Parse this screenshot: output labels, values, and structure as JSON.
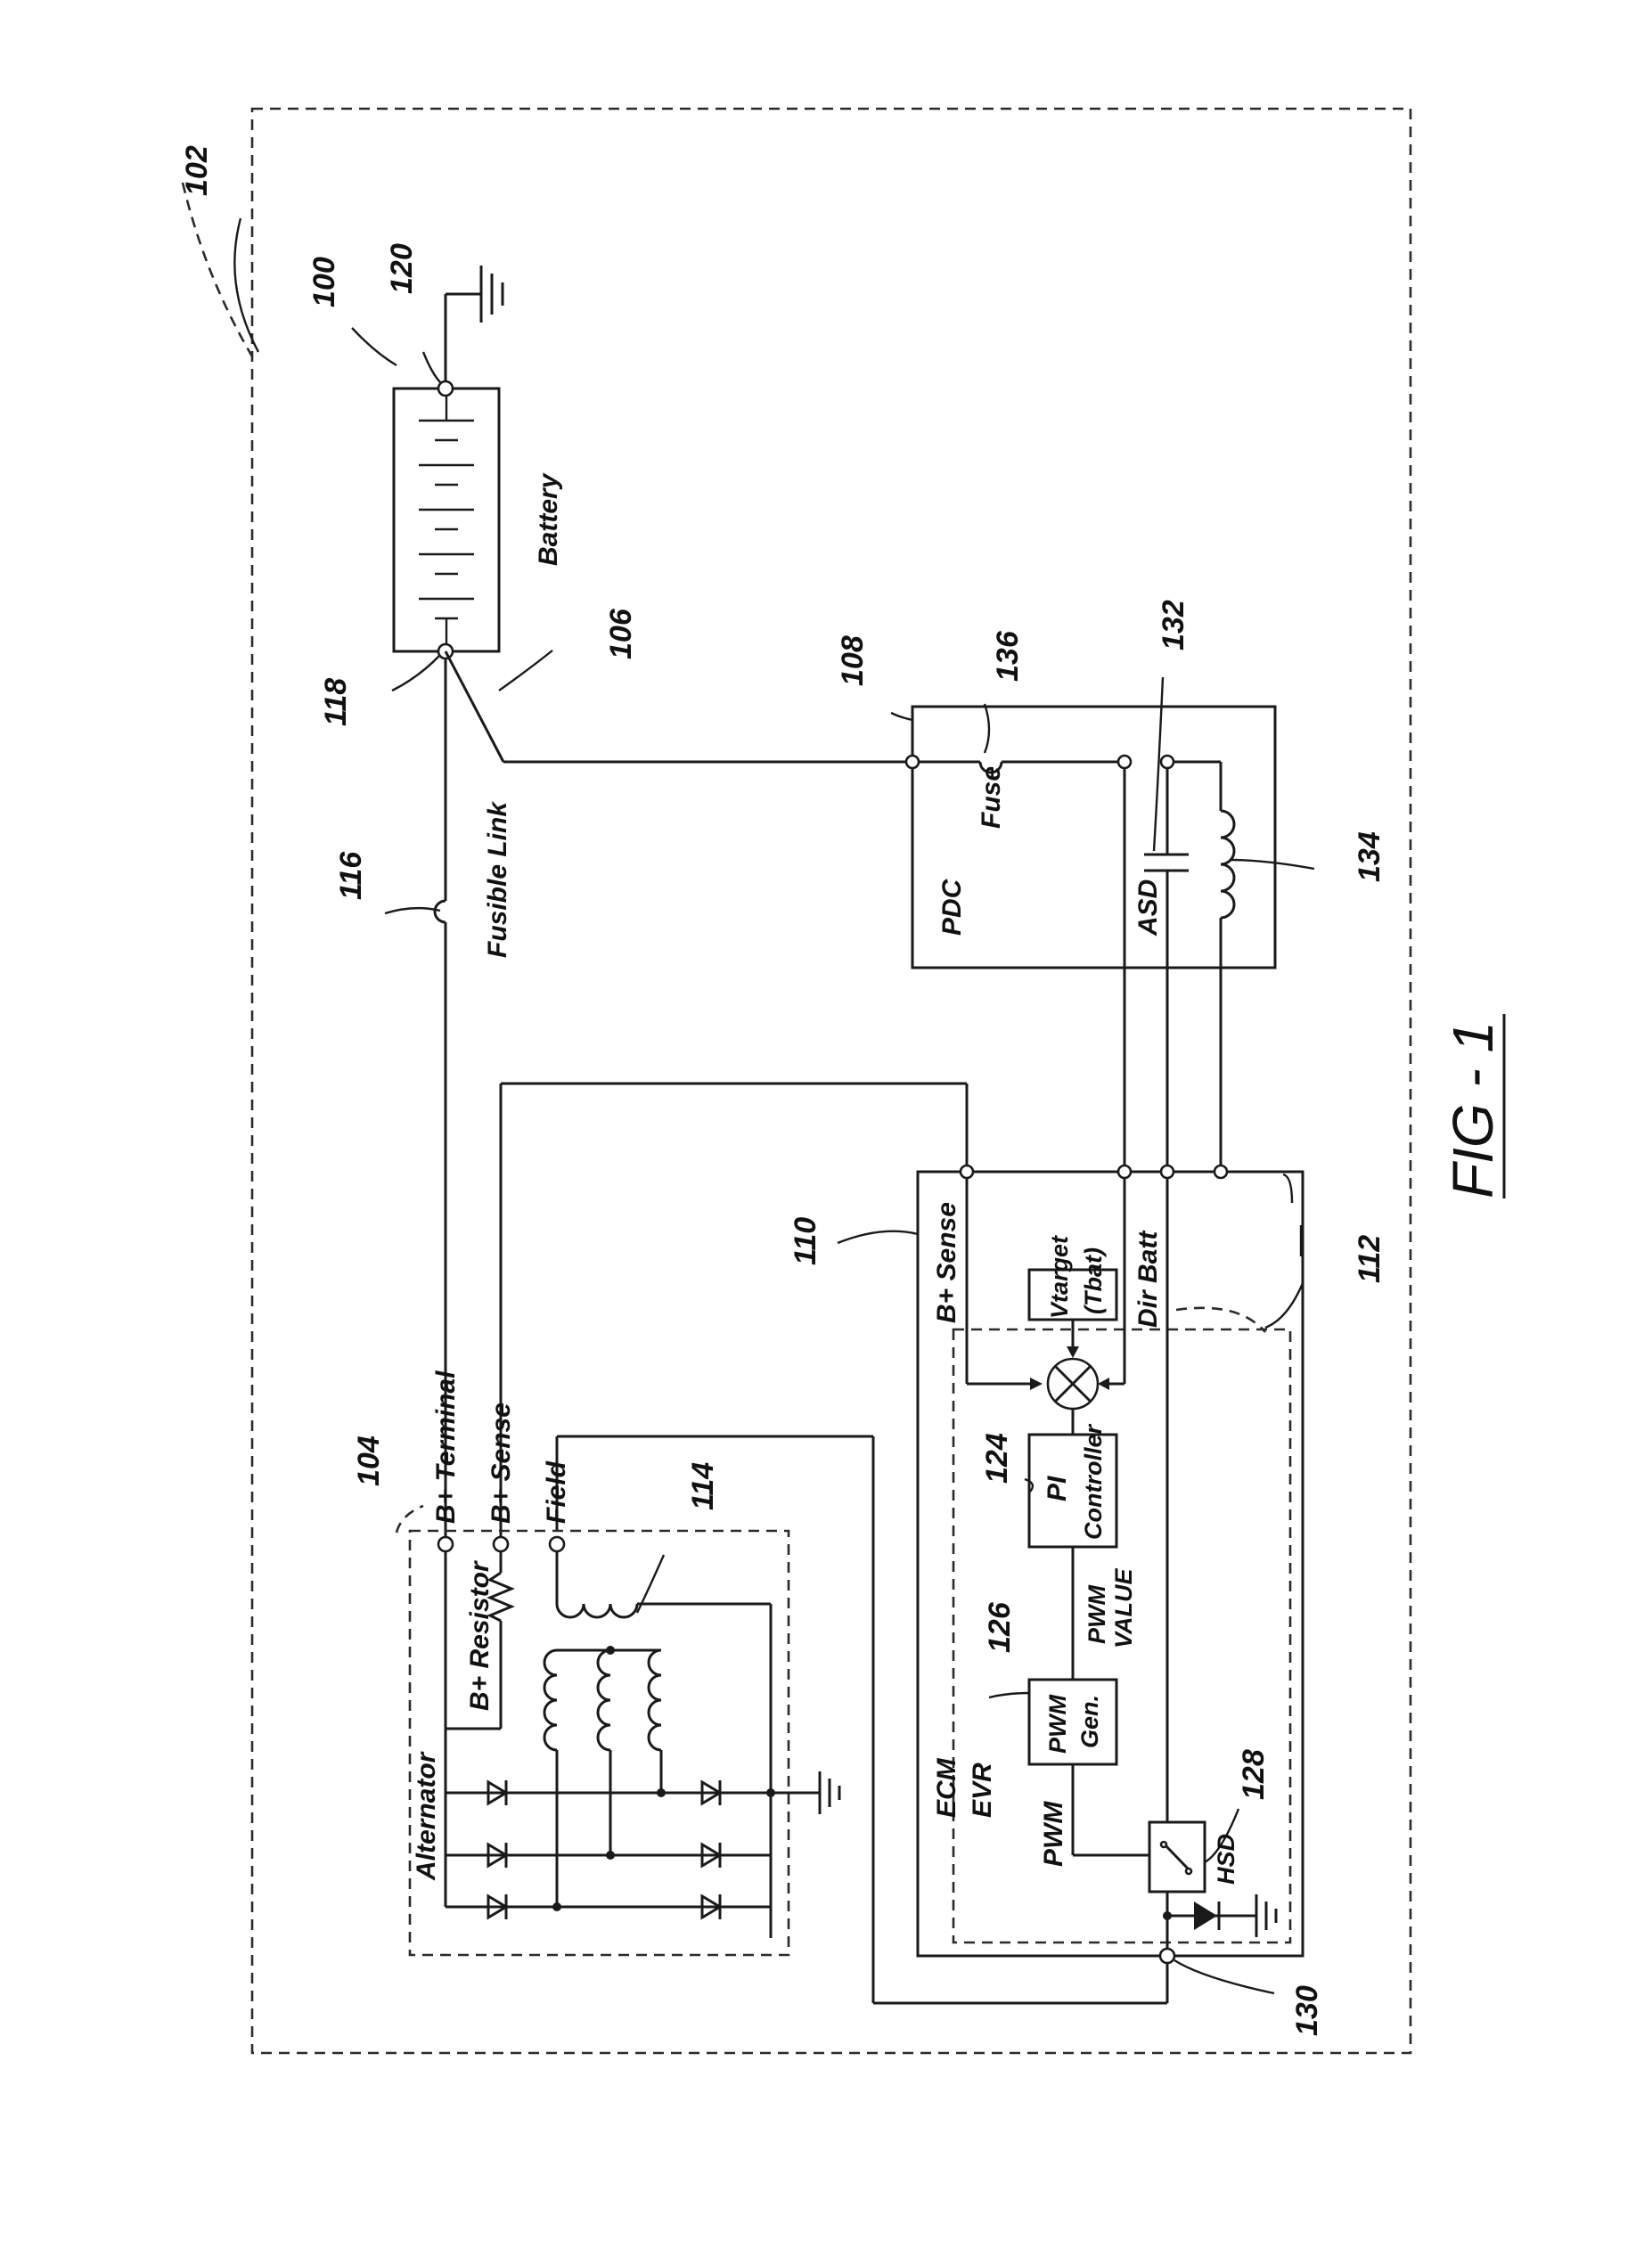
{
  "figure": {
    "title": "FIG - 1",
    "refs": {
      "r100": "100",
      "r102": "102",
      "r104": "104",
      "r106": "106",
      "r108": "108",
      "r110": "110",
      "r112": "112",
      "r114": "114",
      "r116": "116",
      "r118": "118",
      "r120": "120",
      "r124": "124",
      "r126": "126",
      "r128": "128",
      "r130": "130",
      "r132": "132",
      "r134": "134",
      "r136": "136"
    },
    "labels": {
      "battery": "Battery",
      "fusible_link": "Fusible Link",
      "fuse": "Fuse",
      "pdc": "PDC",
      "asd": "ASD",
      "b_terminal": "B+ Terminal",
      "b_sense_alt": "B+ Sense",
      "field": "Field",
      "b_resistor": "B+ Resistor",
      "alternator": "Alternator",
      "b_sense_ecm": "B+ Sense",
      "dir_batt": "Dir Batt",
      "vtarget_1": "Vtarget",
      "vtarget_2": "(Tbat)",
      "pi_1": "PI",
      "pi_2": "Controller",
      "pwm_value_1": "PWM",
      "pwm_value_2": "VALUE",
      "pwm_gen_1": "PWM",
      "pwm_gen_2": "Gen.",
      "ecm": "ECM",
      "evr": "EVR",
      "pwm": "PWM",
      "hsd": "HSD"
    }
  }
}
